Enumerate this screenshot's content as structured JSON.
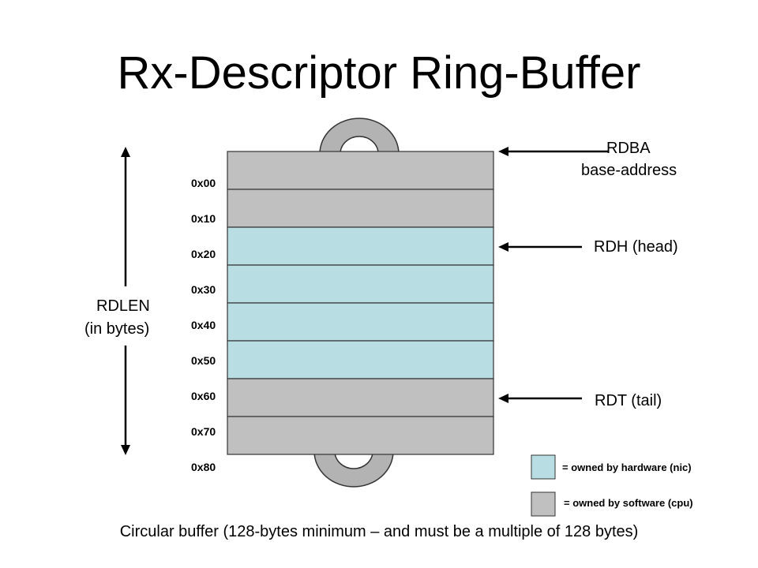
{
  "title": "Rx-Descriptor Ring-Buffer",
  "colors": {
    "hardware": "#b8dde2",
    "software": "#c0c0c0",
    "ring": "#b3b3b3",
    "outline": "#333333"
  },
  "slots": [
    {
      "owner": "software"
    },
    {
      "owner": "software"
    },
    {
      "owner": "hardware"
    },
    {
      "owner": "hardware"
    },
    {
      "owner": "hardware"
    },
    {
      "owner": "hardware"
    },
    {
      "owner": "software"
    },
    {
      "owner": "software"
    }
  ],
  "addresses": [
    "0x00",
    "0x10",
    "0x20",
    "0x30",
    "0x40",
    "0x50",
    "0x60",
    "0x70",
    "0x80"
  ],
  "pointers": {
    "rdba_line1": "RDBA",
    "rdba_line2": "base-address",
    "rdh": "RDH (head)",
    "rdt": "RDT (tail)"
  },
  "rdlen": {
    "line1": "RDLEN",
    "line2": "(in bytes)"
  },
  "legend": {
    "hardware": "= owned by hardware (nic)",
    "software": "= owned by software (cpu)"
  },
  "caption": "Circular buffer (128-bytes minimum – and must be a multiple of 128 bytes)"
}
